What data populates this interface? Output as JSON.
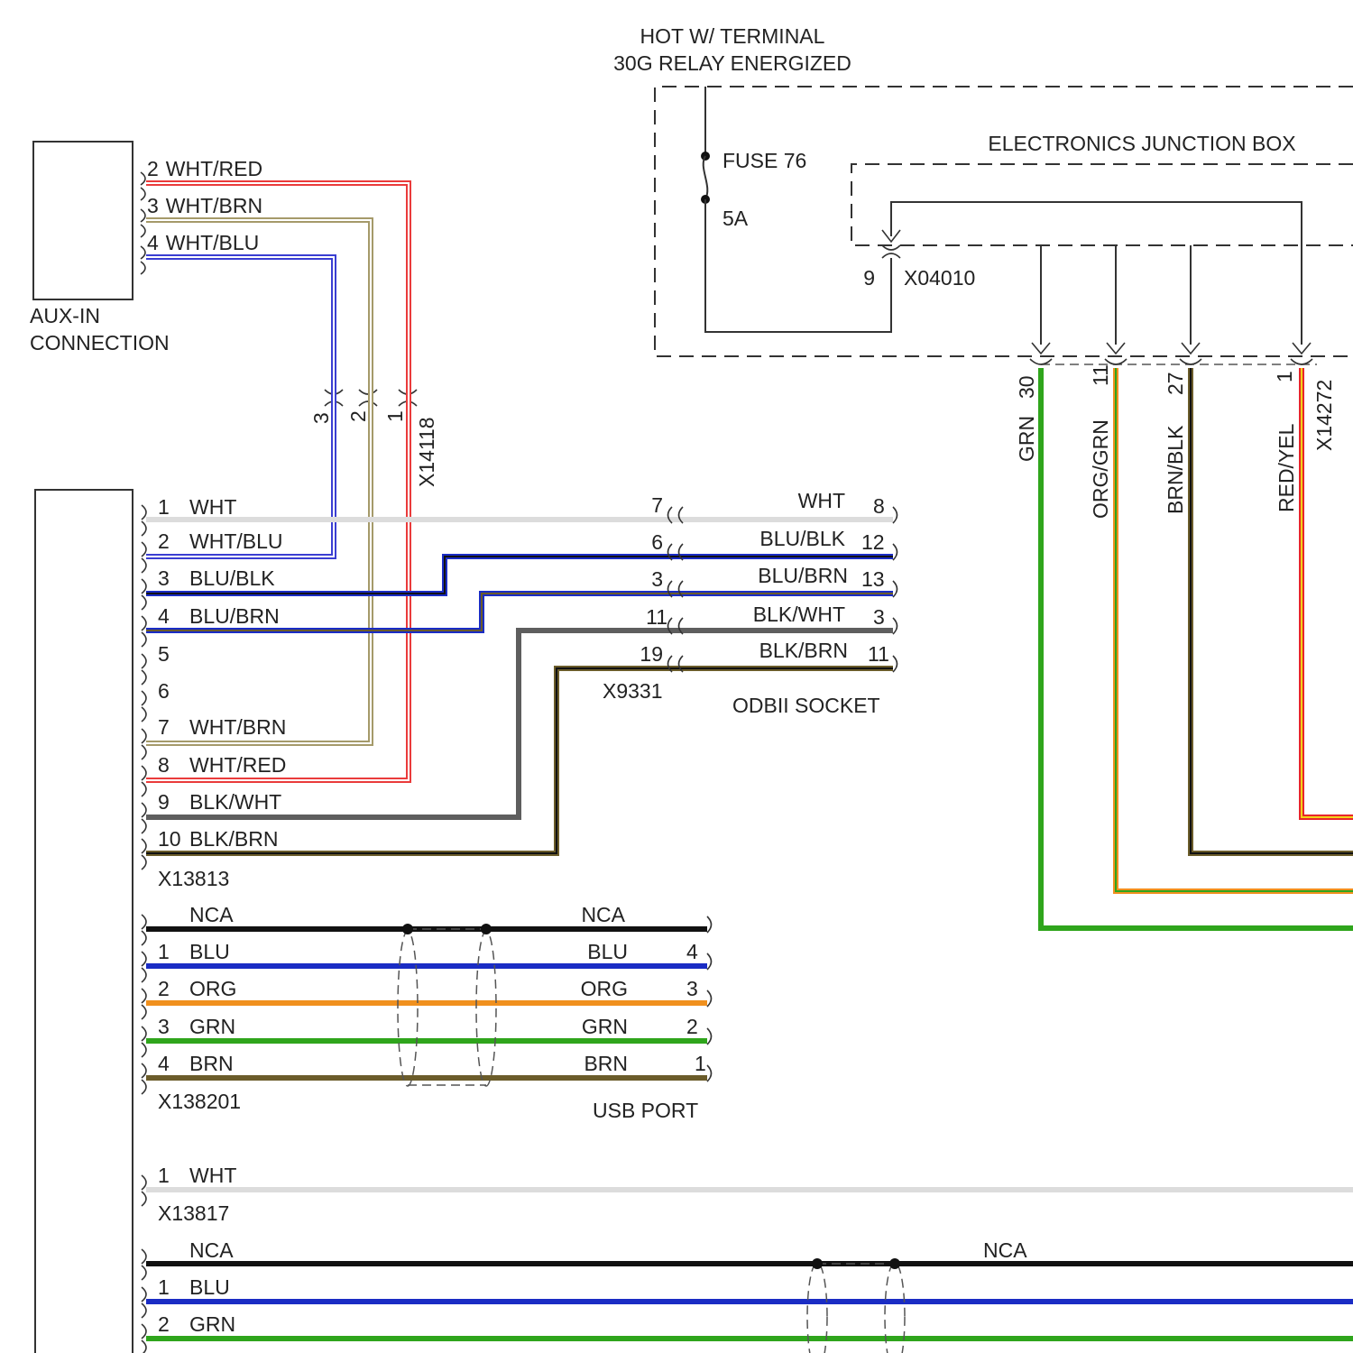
{
  "colors": {
    "WHT": "#dcdcdc",
    "BLU": "#1a2cc4",
    "BLK": "#111111",
    "BRN": "#6b5c2a",
    "ORG": "#f0901e",
    "GRN": "#2fa51c",
    "RED": "#e8262a",
    "YEL": "#f2d21a",
    "BLK_WHT": "#5e5e5e",
    "WHT_RED_edge": "#ea3b3b",
    "WHT_BRN_edge": "#a59a6a",
    "WHT_BLU_edge": "#3a3ed2"
  },
  "power": {
    "hot_line1": "HOT W/ TERMINAL",
    "hot_line2": "30G RELAY ENERGIZED",
    "fuse_name": "FUSE 76",
    "fuse_rating": "5A",
    "ejb_title": "ELECTRONICS JUNCTION BOX",
    "ejb_connector": "X04010",
    "ejb_pin": "9"
  },
  "aux": {
    "label_line1": "AUX-IN",
    "label_line2": "CONNECTION",
    "pins": [
      {
        "num": "2",
        "color": "WHT/RED"
      },
      {
        "num": "3",
        "color": "WHT/BRN"
      },
      {
        "num": "4",
        "color": "WHT/BLU"
      }
    ],
    "inline_connector": "X14118",
    "inline_pins": [
      "3",
      "2",
      "1"
    ]
  },
  "x13813": {
    "connector": "X13813",
    "pins": [
      {
        "num": "1",
        "color": "WHT"
      },
      {
        "num": "2",
        "color": "WHT/BLU"
      },
      {
        "num": "3",
        "color": "BLU/BLK"
      },
      {
        "num": "4",
        "color": "BLU/BRN"
      },
      {
        "num": "5",
        "color": ""
      },
      {
        "num": "6",
        "color": ""
      },
      {
        "num": "7",
        "color": "WHT/BRN"
      },
      {
        "num": "8",
        "color": "WHT/RED"
      },
      {
        "num": "9",
        "color": "BLK/WHT"
      },
      {
        "num": "10",
        "color": "BLK/BRN"
      }
    ]
  },
  "x9331": {
    "connector": "X9331",
    "pins_in": [
      "7",
      "6",
      "3",
      "11",
      "19"
    ]
  },
  "obd": {
    "label": "ODBII SOCKET",
    "pins": [
      {
        "num": "8",
        "color": "WHT"
      },
      {
        "num": "12",
        "color": "BLU/BLK"
      },
      {
        "num": "13",
        "color": "BLU/BRN"
      },
      {
        "num": "3",
        "color": "BLK/WHT"
      },
      {
        "num": "11",
        "color": "BLK/BRN"
      }
    ]
  },
  "x138201": {
    "connector": "X138201",
    "left": [
      {
        "num": "",
        "color": "NCA"
      },
      {
        "num": "1",
        "color": "BLU"
      },
      {
        "num": "2",
        "color": "ORG"
      },
      {
        "num": "3",
        "color": "GRN"
      },
      {
        "num": "4",
        "color": "BRN"
      }
    ]
  },
  "usb": {
    "label": "USB PORT",
    "pins": [
      {
        "num": "",
        "color": "NCA"
      },
      {
        "num": "4",
        "color": "BLU"
      },
      {
        "num": "3",
        "color": "ORG"
      },
      {
        "num": "2",
        "color": "GRN"
      },
      {
        "num": "1",
        "color": "BRN"
      }
    ]
  },
  "x13817": {
    "connector": "X13817",
    "pins": [
      {
        "num": "1",
        "color": "WHT"
      }
    ]
  },
  "bottom": {
    "left": [
      {
        "num": "",
        "color": "NCA"
      },
      {
        "num": "1",
        "color": "BLU"
      },
      {
        "num": "2",
        "color": "GRN"
      }
    ],
    "right_nca": "NCA"
  },
  "x14272": {
    "connector": "X14272",
    "pins": [
      {
        "num": "30",
        "color": "GRN"
      },
      {
        "num": "11",
        "color": "ORG/GRN"
      },
      {
        "num": "27",
        "color": "BRN/BLK"
      },
      {
        "num": "1",
        "color": "RED/YEL"
      }
    ]
  }
}
